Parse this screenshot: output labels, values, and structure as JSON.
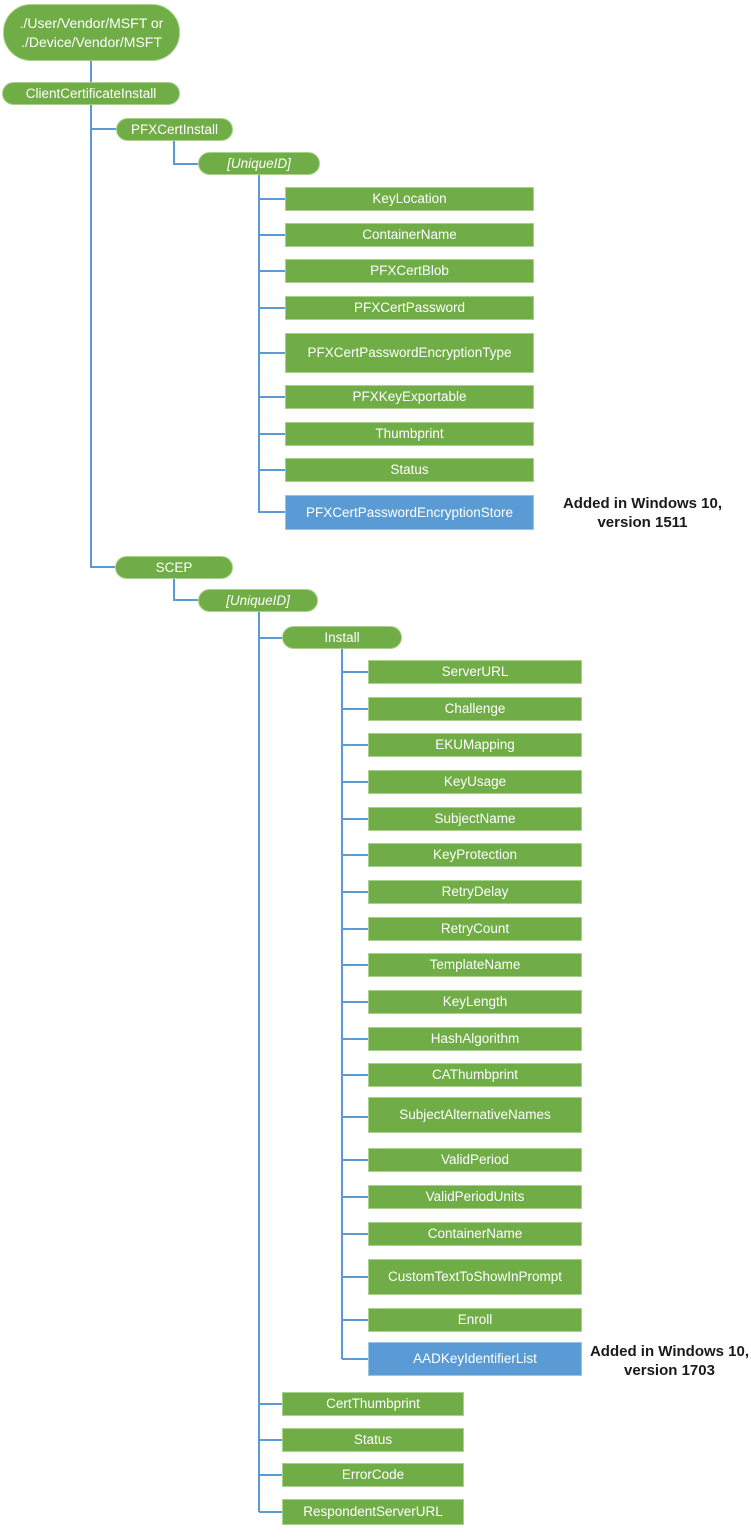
{
  "colors": {
    "green": "#70AD47",
    "green-border": "#A9D18E",
    "blue": "#5B9BD5",
    "blue-border": "#9DC3E6",
    "line": "#5B9BD5",
    "node-text": "#FFFFFF",
    "note-text": "#1a1a1a"
  },
  "root": {
    "label": "./User/Vendor/MSFT or\n./Device/Vendor/MSFT"
  },
  "nodes": {
    "client_certificate_install": "ClientCertificateInstall",
    "pfx_cert_install": "PFXCertInstall",
    "unique_id_pfx": "[UniqueID]",
    "scep": "SCEP",
    "unique_id_scep": "[UniqueID]",
    "install": "Install"
  },
  "pfx_children": [
    "KeyLocation",
    "ContainerName",
    "PFXCertBlob",
    "PFXCertPassword",
    "PFXCertPasswordEncryptionType",
    "PFXKeyExportable",
    "Thumbprint",
    "Status",
    "PFXCertPasswordEncryptionStore"
  ],
  "install_children": [
    "ServerURL",
    "Challenge",
    "EKUMapping",
    "KeyUsage",
    "SubjectName",
    "KeyProtection",
    "RetryDelay",
    "RetryCount",
    "TemplateName",
    "KeyLength",
    "HashAlgorithm",
    "CAThumbprint",
    "SubjectAlternativeNames",
    "ValidPeriod",
    "ValidPeriodUnits",
    "ContainerName",
    "CustomTextToShowInPrompt",
    "Enroll",
    "AADKeyIdentifierList"
  ],
  "scep_children": [
    "CertThumbprint",
    "Status",
    "ErrorCode",
    "RespondentServerURL"
  ],
  "annotations": [
    {
      "text": "Added in Windows 10,\nversion 1511"
    },
    {
      "text": "Added in Windows 10,\nversion 1703"
    }
  ]
}
